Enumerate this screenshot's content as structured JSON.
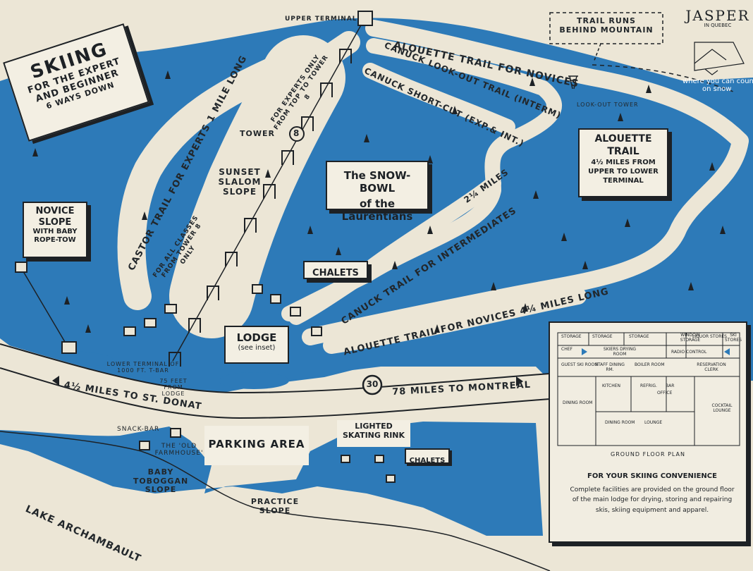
{
  "title_box": {
    "line1": "SKIING",
    "line2": "FOR THE EXPERT",
    "line3": "AND BEGINNER",
    "line4": "6 WAYS DOWN"
  },
  "logo": {
    "name": "JASPER",
    "sub": "IN QUEBEC",
    "tagline1": "where you can count",
    "tagline2": "on snow"
  },
  "labels": {
    "upper_terminal": "UPPER TERMINAL",
    "trail_runs": "TRAIL RUNS",
    "behind_mountain": "BEHIND MOUNTAIN",
    "alouette_novices_top": "ALOUETTE TRAIL FOR NOVICES",
    "canuck_lookout": "CANUCK LOOK-OUT TRAIL (INTERM)",
    "canuck_shortcut": "CANUCK SHORT-CUT (EXP.& INT.)",
    "lookout_tower": "LOOK-OUT TOWER",
    "castor_trail": "CASTOR TRAIL FOR EXPERTS 1 MILE LONG",
    "experts_only": "FOR EXPERTS ONLY FROM TOP TO TOWER 8",
    "tower": "TOWER",
    "tower_num": "8",
    "sunset1": "SUNSET",
    "sunset2": "SLALOM",
    "sunset3": "SLOPE",
    "snowbowl1": "The SNOW-BOWL",
    "snowbowl2": "of the Laurentians",
    "miles_2_1_4": "2¼ MILES",
    "alouette_box_title1": "ALOUETTE",
    "alouette_box_title2": "TRAIL",
    "alouette_box_l1": "4½ MILES FROM",
    "alouette_box_l2": "UPPER TO LOWER",
    "alouette_box_l3": "TERMINAL",
    "novice_box1": "NOVICE",
    "novice_box2": "SLOPE",
    "novice_box3": "WITH BABY",
    "novice_box4": "ROPE-TOW",
    "all_classes": "FOR ALL CLASSES FROM TOWER 8 ONLY",
    "chalets_upper": "CHALETS",
    "canuck_intermediates": "CANUCK TRAIL FOR INTERMEDIATES",
    "alouette_novices_lower": "ALOUETTE TRAIL FOR NOVICES 4¼ MILES LONG",
    "lodge": "LODGE",
    "lodge_sub": "(see inset)",
    "lower_terminal": "LOWER TERMINAL OF 1000 FT. T-BAR",
    "feet_from_lodge": "75 FEET FROM LODGE",
    "route_num": "30",
    "st_donat": "4½ MILES TO ST. DONAT",
    "montreal": "78 MILES TO MONTREAL",
    "snack_bar": "SNACK-BAR",
    "farmhouse": "THE 'OLD FARMHOUSE'",
    "parking": "PARKING AREA",
    "skating1": "LIGHTED",
    "skating2": "SKATING RINK",
    "chalets_lower": "CHALETS",
    "baby1": "BABY",
    "baby2": "TOBOGGAN",
    "baby3": "SLOPE",
    "practice1": "PRACTICE",
    "practice2": "SLOPE",
    "lake": "LAKE ARCHAMBAULT"
  },
  "inset": {
    "plan_label": "GROUND FLOOR PLAN",
    "rooms": [
      "STORAGE",
      "STORAGE",
      "STORAGE",
      "WINDOW STORAGE",
      "LIQUOR STORES",
      "SKI STORES",
      "CHEF",
      "SKIERS DRYING ROOM",
      "RADIO CONTROL",
      "GUEST SKI ROOM",
      "STAFF DINING RM.",
      "BOILER ROOM",
      "RESERVATION CLERK",
      "KITCHEN",
      "REFRIG.",
      "OFFICE",
      "BAR",
      "DINING ROOM",
      "DINING ROOM",
      "LOUNGE",
      "COCKTAIL LOUNGE"
    ],
    "caption_title": "FOR YOUR SKIING CONVENIENCE",
    "caption_l1": "Complete facilities are provided on the ground floor",
    "caption_l2": "of the main lodge for drying, storing and repairing",
    "caption_l3": "skis, skiing equipment and apparel."
  },
  "colors": {
    "blue": "#2d7ab8",
    "cream": "#ece6d6",
    "ink": "#1d2125"
  }
}
